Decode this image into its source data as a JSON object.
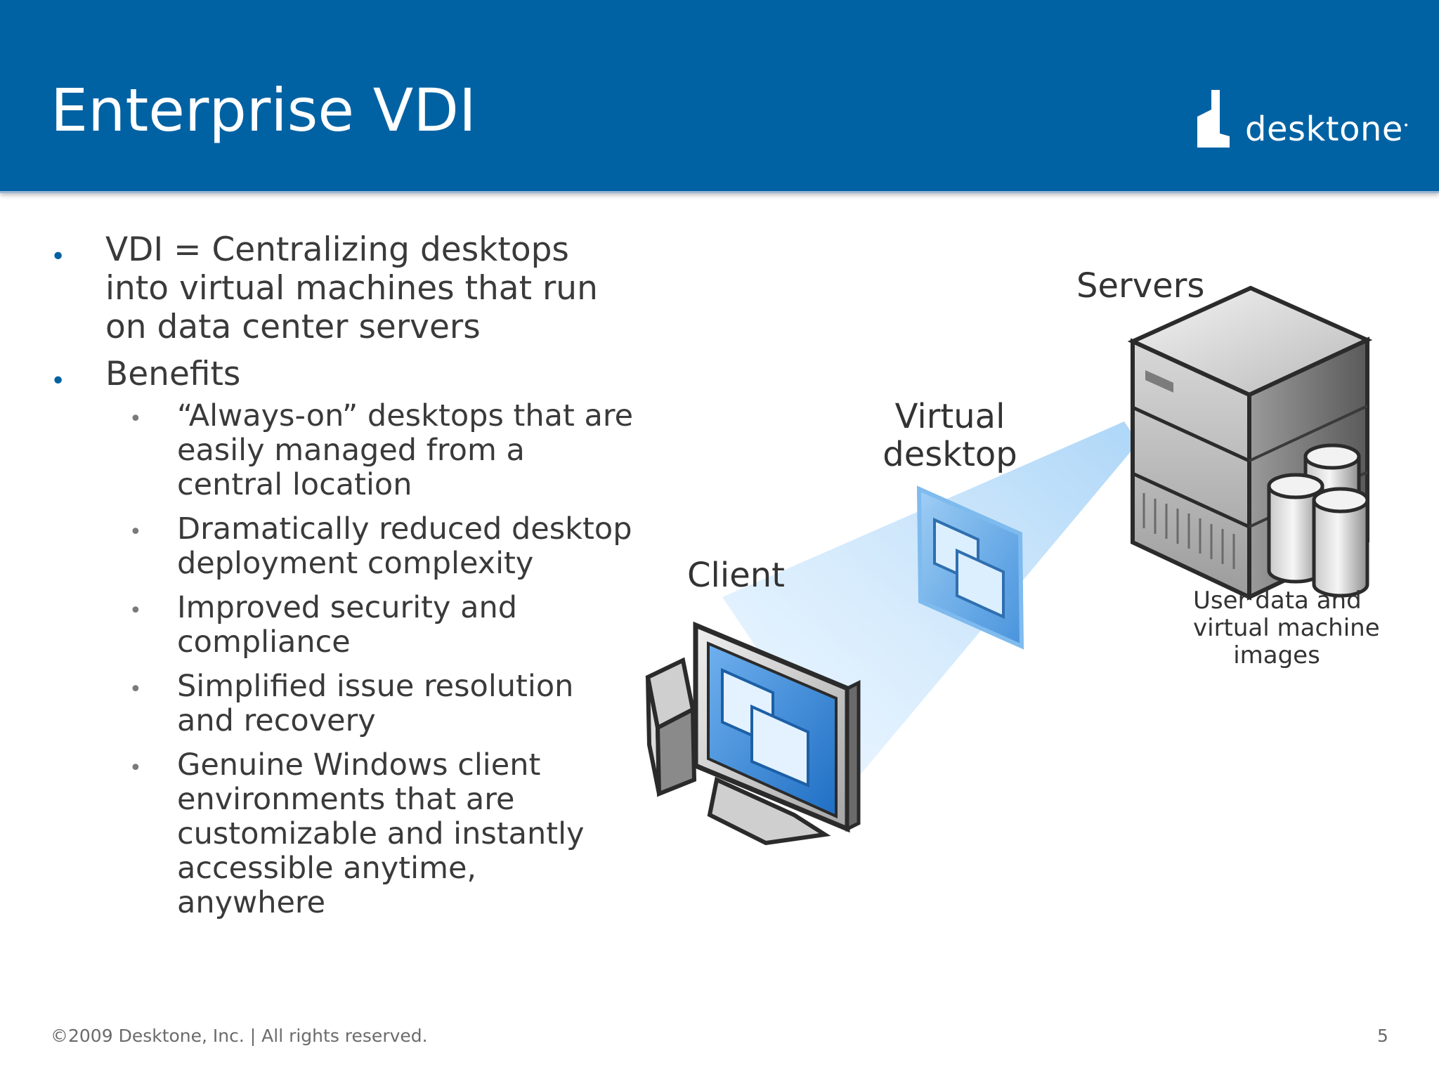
{
  "slide": {
    "title": "Enterprise VDI",
    "logo_text": "desktone",
    "bullets": [
      {
        "text": "VDI = Centralizing desktops into virtual machines that run on data center servers"
      },
      {
        "text": "Benefits",
        "sub": [
          "“Always-on” desktops that are easily managed from a central location",
          "Dramatically reduced desktop deployment complexity",
          "Improved security and compliance",
          "Simplified issue resolution and recovery",
          "Genuine Windows client environments that are customizable and instantly accessible anytime, anywhere"
        ]
      }
    ]
  },
  "diagram": {
    "servers_label": "Servers",
    "virtual_desktop_label_line1": "Virtual",
    "virtual_desktop_label_line2": "desktop",
    "client_label": "Client",
    "storage_caption_line1": "User data and",
    "storage_caption_line2": "virtual machine",
    "storage_caption_line3": "images"
  },
  "footer": {
    "copyright": "©2009 Desktone, Inc. | All rights reserved.",
    "page_number": "5"
  },
  "colors": {
    "header_blue": "#0062a3",
    "bullet_blue": "#0062a3",
    "beam_blue": "#bfe0fb"
  }
}
